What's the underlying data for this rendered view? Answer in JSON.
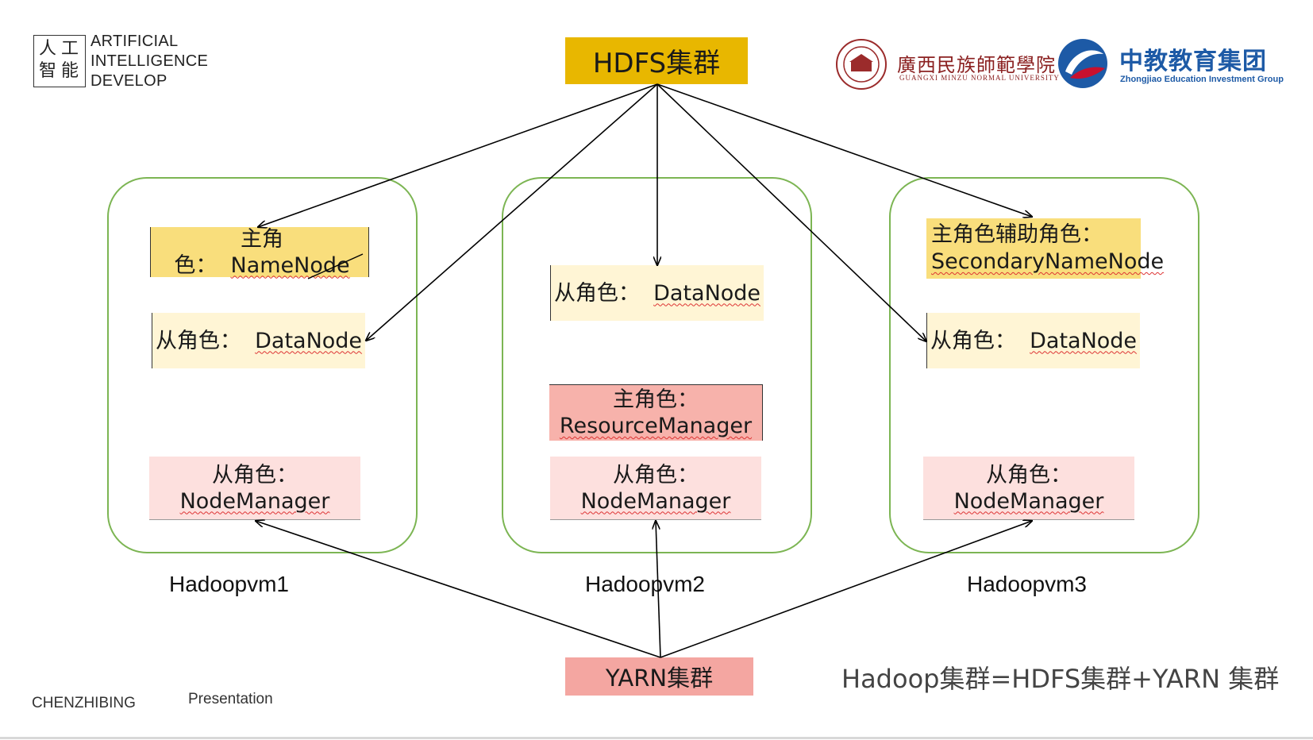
{
  "branding": {
    "ai_logo_chars": [
      "人",
      "工",
      "智",
      "能"
    ],
    "ai_logo_text": [
      "ARTIFICIAL",
      "INTELLIGENCE",
      "DEVELOP"
    ],
    "university_cn": "廣西民族師範學院",
    "university_en": "GUANGXI MINZU NORMAL UNIVERSITY",
    "group_cn": "中教教育集团",
    "group_en": "Zhongjiao Education Investment Group"
  },
  "hdfs_cluster": "HDFS集群",
  "yarn_cluster": "YARN集群",
  "machines": [
    {
      "label": "Hadoopvm1",
      "roles": [
        {
          "prefix": "主角色：",
          "name": "NameNode"
        },
        {
          "prefix": "从角色：",
          "name": "DataNode"
        },
        {
          "prefix": "从角色：",
          "name": "NodeManager"
        }
      ]
    },
    {
      "label": "Hadoopvm2",
      "roles": [
        {
          "prefix": "从角色：",
          "name": "DataNode"
        },
        {
          "prefix": "主角色：",
          "name": "ResourceManager"
        },
        {
          "prefix": "从角色：",
          "name": "NodeManager"
        }
      ]
    },
    {
      "label": "Hadoopvm3",
      "roles": [
        {
          "prefix": "主角色辅助角色：",
          "name": "SecondaryNameNode"
        },
        {
          "prefix": "从角色：",
          "name": "DataNode"
        },
        {
          "prefix": "从角色：",
          "name": "NodeManager"
        }
      ]
    }
  ],
  "formula": "Hadoop集群=HDFS集群+YARN 集群",
  "footer": {
    "author": "CHENZHIBING",
    "presentation": "Presentation"
  },
  "colors": {
    "hdfs": "#e8b700",
    "yarn": "#f4a6a1",
    "node_border": "#7cb553",
    "brand_red": "#c8102e",
    "brand_blue": "#1d5aa6"
  }
}
